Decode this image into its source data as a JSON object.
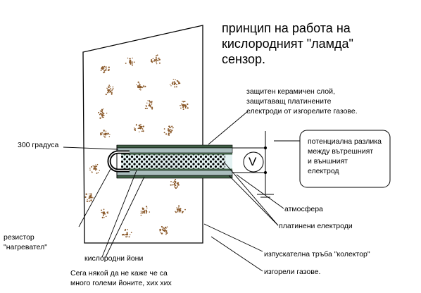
{
  "title": {
    "line1": "принцип на работа на",
    "line2": "кислородният \"ламда\"",
    "line3": "сензор."
  },
  "labels": {
    "ceramic_1": "защитен керамичен слой,",
    "ceramic_2": "защитаващ платинените",
    "ceramic_3": "електроди от изгорелите газове.",
    "temp": "300 градуса",
    "potential_1": "потенциална разлика",
    "potential_2": "между вътрешният",
    "potential_3": "и външният",
    "potential_4": "електрод",
    "voltmeter_symbol": "V",
    "atmosphere": "атмосфера",
    "platinum": "платинени електроди",
    "resistor_1": "резистор",
    "resistor_2": "\"нагревател\"",
    "oxygen_ions": "кислородни йони",
    "exhaust_pipe": "изпускателна тръба  \"колектор\"",
    "burnt_gases": "изгорели газове.",
    "joke_1": "Сега някой да не каже че са",
    "joke_2": "много големи йоните, хих хих"
  },
  "colors": {
    "line": "#000000",
    "speckle": "#8b5a2b",
    "outer_electrode": "#3f5f45",
    "ceramic": "#aabdbd",
    "inner_fill": "#e3f2f2",
    "heater": "#000000"
  }
}
